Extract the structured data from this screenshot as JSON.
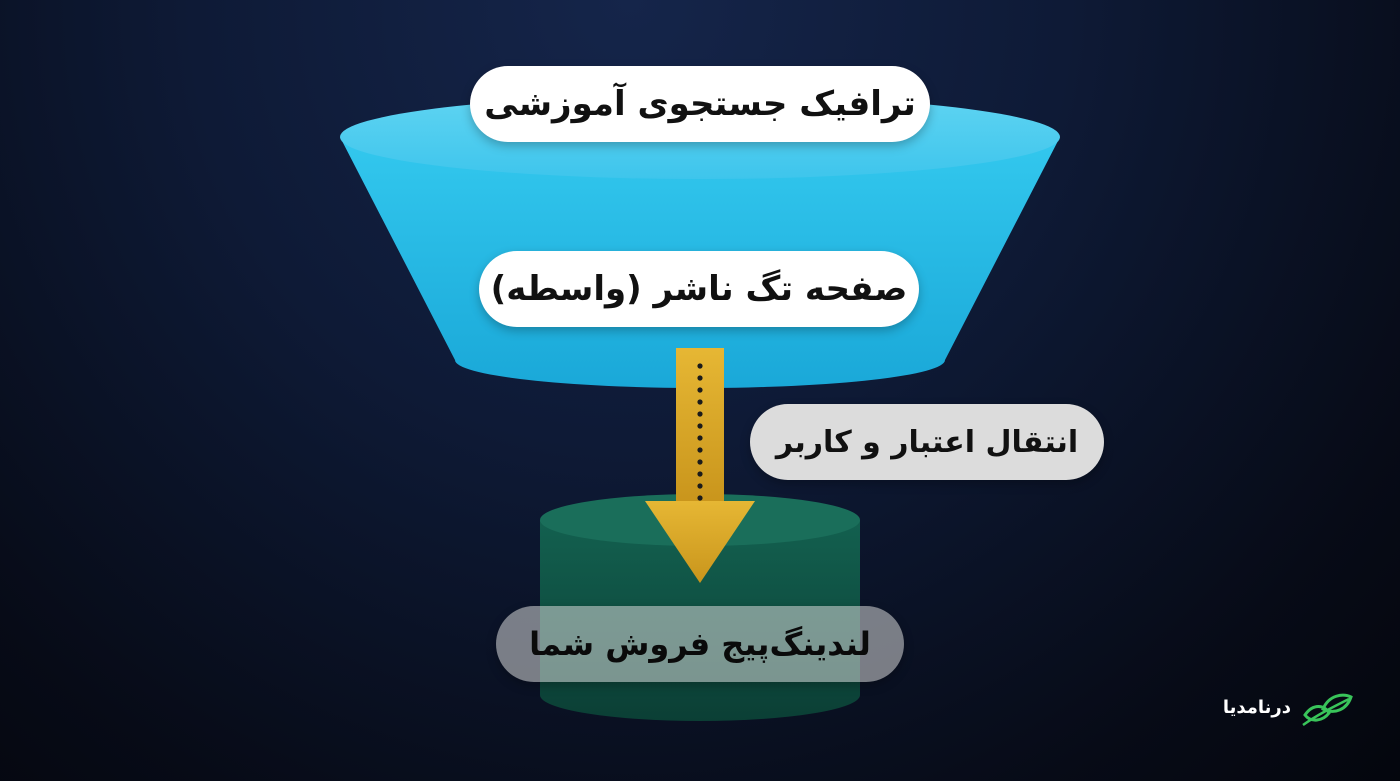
{
  "funnel": {
    "top_label": "ترافیک جستجوی آموزشی",
    "middle_label": "صفحه تگ ناشر (واسطه)"
  },
  "transfer": {
    "label": "انتقال اعتبار و کاربر"
  },
  "destination": {
    "label": "لندینگ‌پیج فروش شما"
  },
  "logo": {
    "text": "درنامدیا",
    "icon": "leaf-icon"
  },
  "colors": {
    "background": "#0b1428",
    "funnel": "#22b6e0",
    "cylinder": "#0e4f43",
    "arrow": "#d9a92a",
    "logo_accent": "#39c45a"
  }
}
